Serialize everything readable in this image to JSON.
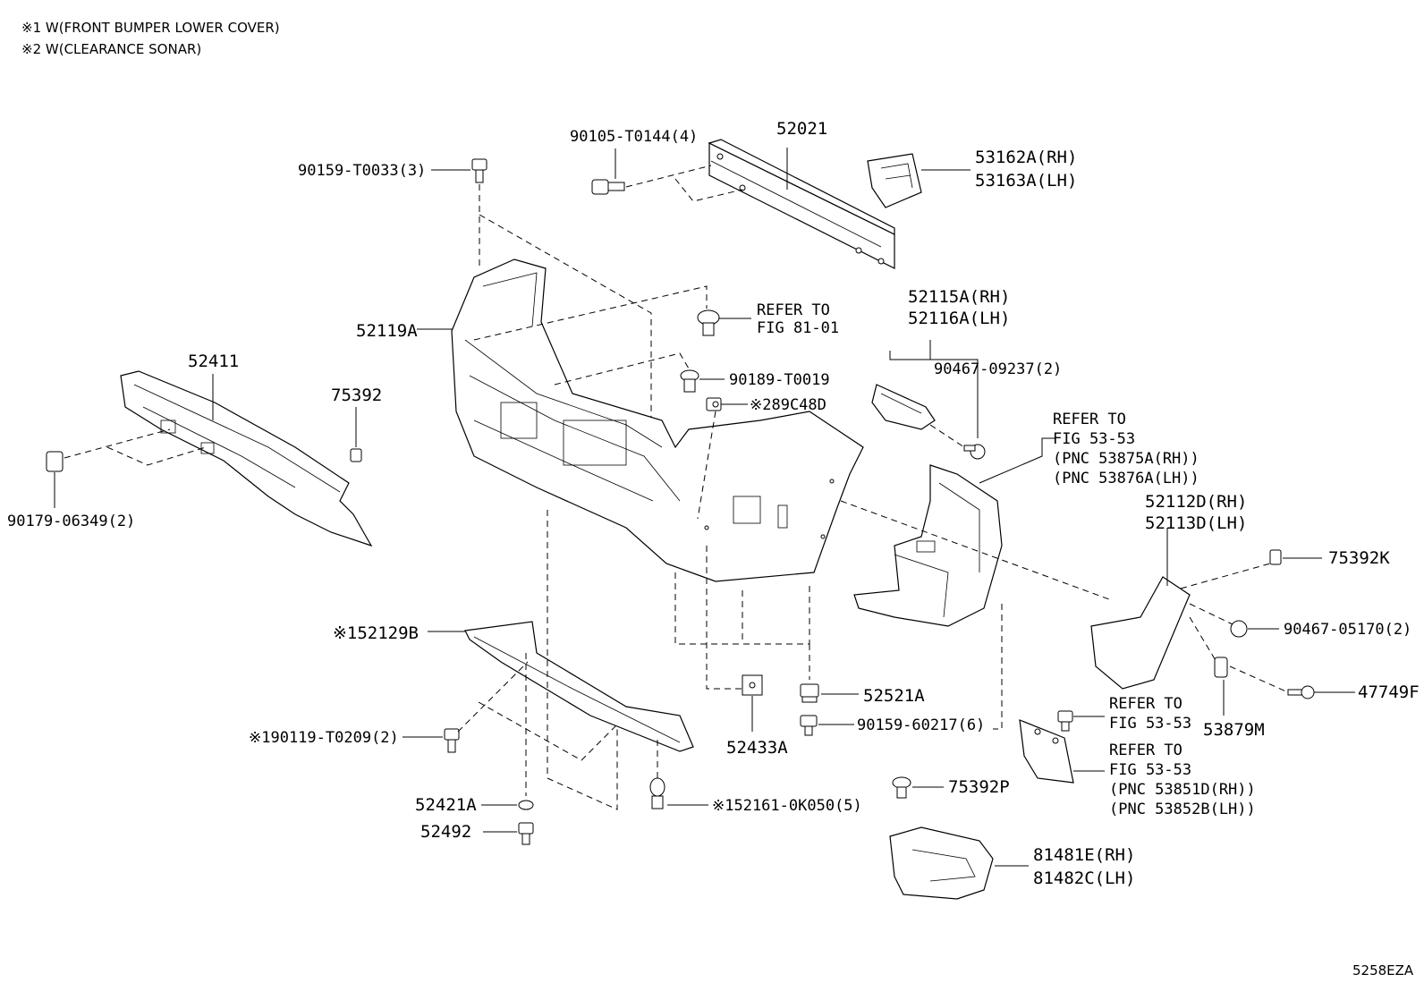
{
  "notes": [
    "※1 W(FRONT BUMPER LOWER COVER)",
    "※2 W(CLEARANCE SONAR)"
  ],
  "diagram_code": "5258EZA",
  "labels": {
    "p52021": "52021",
    "p90105": "90105-T0144(4)",
    "p90159a": "90159-T0033(3)",
    "p53162_rh": "53162A(RH)",
    "p53163_lh": "53163A(LH)",
    "p52115_rh": "52115A(RH)",
    "p52116_lh": "52116A(LH)",
    "refer_81_1": "REFER TO",
    "refer_81_2": "FIG 81-01",
    "p52119": "52119A",
    "p90189": "90189-T0019",
    "p89c48d": "※289C48D",
    "p90467a": "90467-09237(2)",
    "p52411": "52411",
    "p75392": "75392",
    "p90179": "90179-06349(2)",
    "refer_53a_1": "REFER TO",
    "refer_53a_2": "FIG 53-53",
    "refer_53a_3": "(PNC 53875A(RH))",
    "refer_53a_4": "(PNC 53876A(LH))",
    "p52112_rh": "52112D(RH)",
    "p52113_lh": "52113D(LH)",
    "p75392k": "75392K",
    "p90467b": "90467-05170(2)",
    "p47749f": "47749F",
    "p53879m": "53879M",
    "p52129b": "※152129B",
    "p52521a": "52521A",
    "p90159b": "90159-60217(6)",
    "refer_53b_1": "REFER TO",
    "refer_53b_2": "FIG 53-53",
    "refer_53c_1": "REFER TO",
    "refer_53c_2": "FIG 53-53",
    "refer_53c_3": "(PNC 53851D(RH))",
    "refer_53c_4": "(PNC 53852B(LH))",
    "p90119": "※190119-T0209(2)",
    "p52433a": "52433A",
    "p75392p": "75392P",
    "p52421a": "52421A",
    "p52161": "※152161-0K050(5)",
    "p52492": "52492",
    "p81481_rh": "81481E(RH)",
    "p81482_lh": "81482C(LH)"
  }
}
